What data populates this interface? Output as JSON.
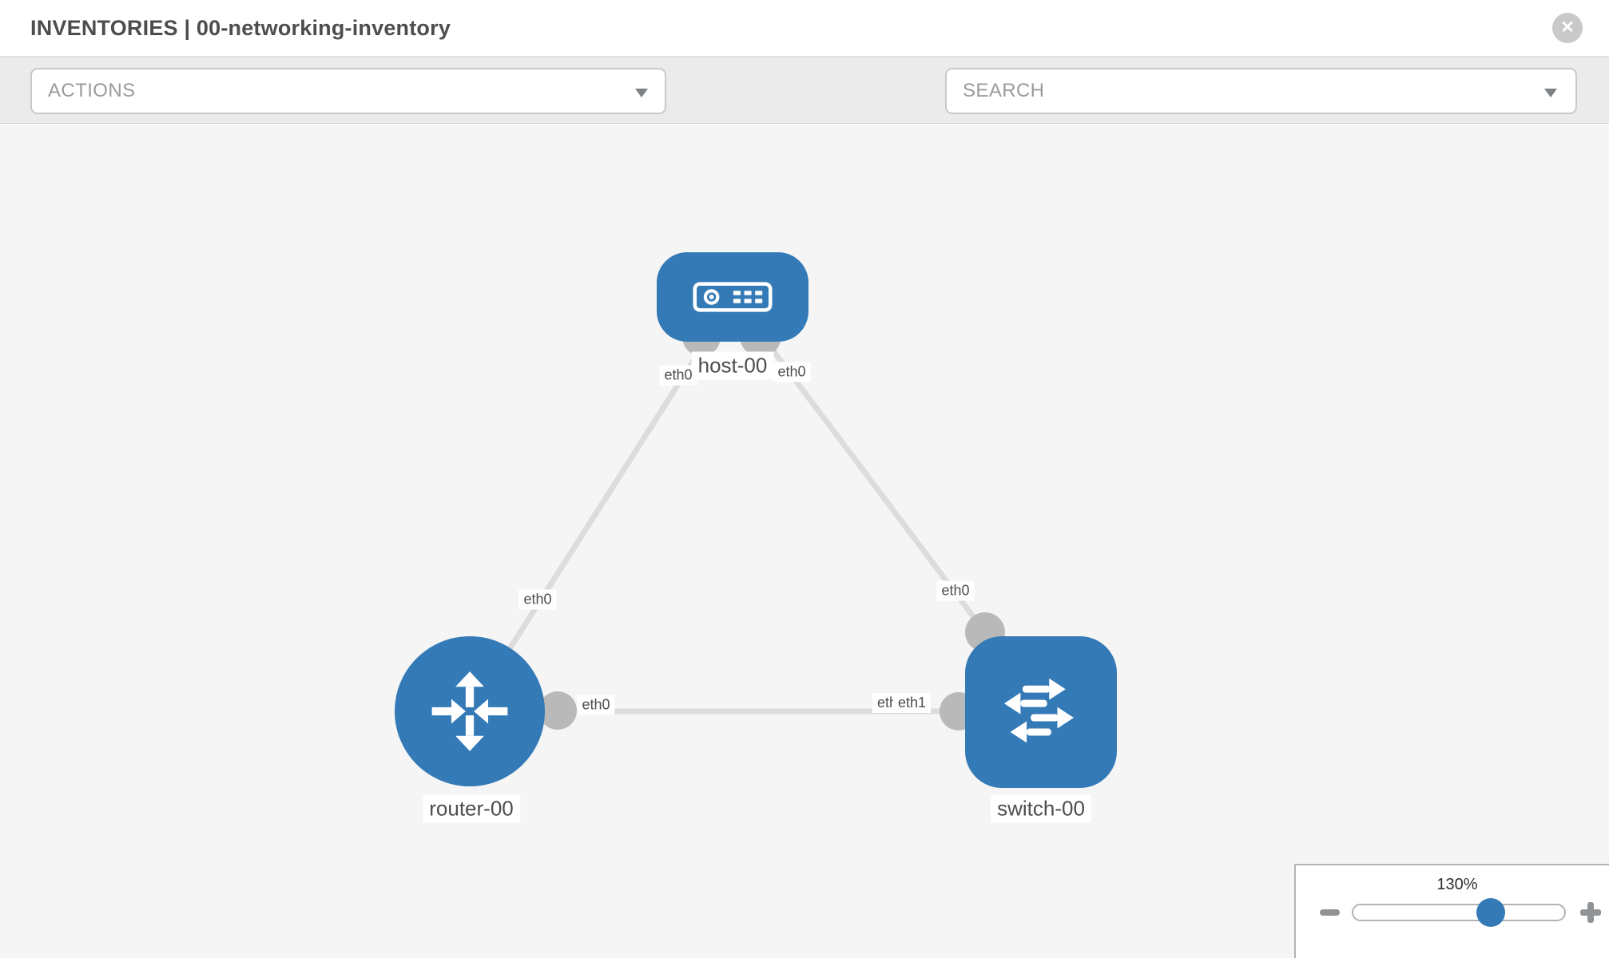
{
  "header": {
    "title": "INVENTORIES | 00-networking-inventory",
    "close_icon": "✕"
  },
  "toolbar": {
    "actions_label": "ACTIONS",
    "search_label": "SEARCH"
  },
  "topology": {
    "nodes": [
      {
        "id": "host-00",
        "label": "host-00",
        "type": "host"
      },
      {
        "id": "router-00",
        "label": "router-00",
        "type": "router"
      },
      {
        "id": "switch-00",
        "label": "switch-00",
        "type": "switch"
      }
    ],
    "links": [
      {
        "source": "host-00",
        "target": "router-00",
        "source_iface": "eth0",
        "target_iface": "eth0"
      },
      {
        "source": "host-00",
        "target": "switch-00",
        "source_iface": "eth0",
        "target_iface": "eth0"
      },
      {
        "source": "router-00",
        "target": "switch-00",
        "source_iface": "eth0",
        "target_iface": "eth1",
        "target_overlapped_iface": "eth0"
      }
    ]
  },
  "zoom_control": {
    "level": "130%"
  },
  "colors": {
    "node_blue": "#337ab7",
    "link_gray": "#dcdcdc",
    "iface_circle_gray": "#b9b9b9",
    "toolbar_bg": "#ebebeb",
    "canvas_bg": "#f5f5f5"
  }
}
